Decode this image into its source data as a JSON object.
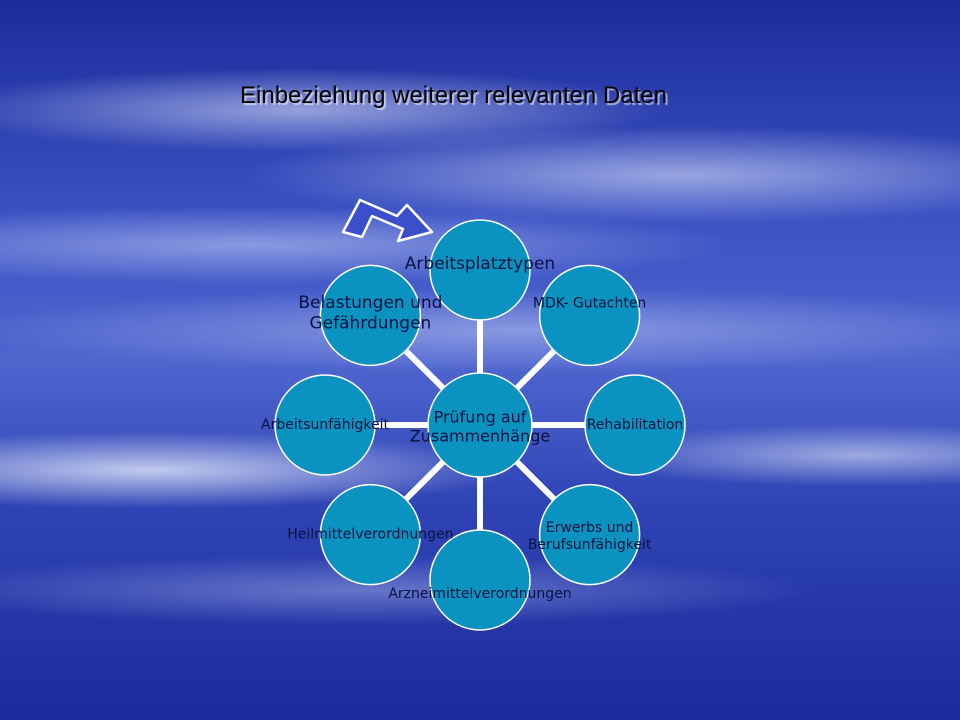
{
  "title": "Einbeziehung weiterer relevanten Daten",
  "colors": {
    "node_fill": "#0a93c0",
    "node_stroke": "#ffffff",
    "connector": "#ffffff",
    "arrow_fill": "#3b4fcc"
  },
  "icons": {
    "cycle_arrow": "curved-cycle-arrow-icon"
  },
  "diagram": {
    "type": "radial-cycle",
    "center": {
      "label_lines": [
        "Prüfung auf",
        "Zusammenhänge"
      ]
    },
    "nodes": [
      {
        "id": "arbeitsplatztypen",
        "label_lines": [
          "Arbeitsplatztypen"
        ]
      },
      {
        "id": "mdk-gutachten",
        "label_lines": [
          "MDK- Gutachten"
        ]
      },
      {
        "id": "rehabilitation",
        "label_lines": [
          "Rehabilitation"
        ]
      },
      {
        "id": "erwerbs-berufsunfaehigkeit",
        "label_lines": [
          "Erwerbs und",
          "Berufsunfähigkeit"
        ]
      },
      {
        "id": "arzneimittelverordnungen",
        "label_lines": [
          "Arzneimittelverordnungen"
        ]
      },
      {
        "id": "heilmittelverordnungen",
        "label_lines": [
          "Heilmittelverordnungen"
        ]
      },
      {
        "id": "arbeitsunfaehigkeit",
        "label_lines": [
          "Arbeitsunfähigkeit"
        ]
      },
      {
        "id": "belastungen-gefaehrdungen",
        "label_lines": [
          "Belastungen und",
          "Gefährdungen"
        ]
      }
    ]
  }
}
